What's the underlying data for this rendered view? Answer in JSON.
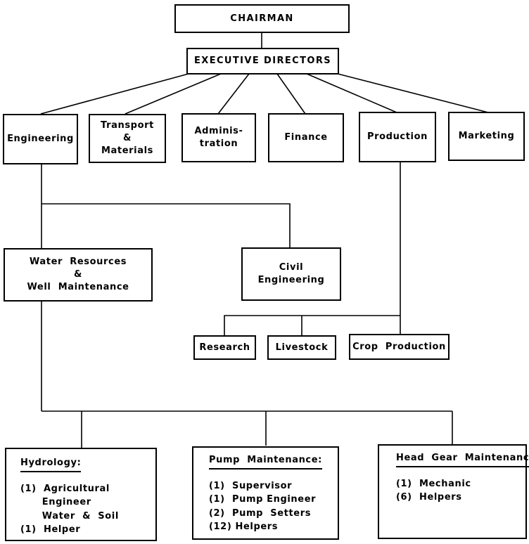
{
  "chart_title": "Organization Chart",
  "top": {
    "chairman": "CHAIRMAN",
    "executive_directors": "EXECUTIVE DIRECTORS"
  },
  "departments": [
    {
      "id": "engineering",
      "lines": [
        "Engineering"
      ]
    },
    {
      "id": "transport",
      "lines": [
        "Transport",
        "&",
        "Materials"
      ]
    },
    {
      "id": "administration",
      "lines": [
        "Adminis-",
        "tration"
      ]
    },
    {
      "id": "finance",
      "lines": [
        "Finance"
      ]
    },
    {
      "id": "production",
      "lines": [
        "Production"
      ]
    },
    {
      "id": "marketing",
      "lines": [
        "Marketing"
      ]
    }
  ],
  "engineering_units": {
    "water": [
      "Water  Resources",
      "&",
      "Well  Maintenance"
    ],
    "civil": [
      "Civil",
      "Engineering"
    ]
  },
  "production_units": {
    "research": "Research",
    "livestock": "Livestock",
    "crop": "Crop  Production"
  },
  "water_sections": [
    {
      "id": "hydrology",
      "title": "Hydrology:",
      "items": [
        "(1)  Agricultural",
        "      Engineer",
        "      Water  &  Soil",
        "(1)  Helper"
      ]
    },
    {
      "id": "pump",
      "title": "Pump  Maintenance:",
      "items": [
        "(1)  Supervisor",
        "(1)  Pump Engineer",
        "(2)  Pump  Setters",
        "(12) Helpers"
      ]
    },
    {
      "id": "headgear",
      "title": "Head  Gear  Maintenance:",
      "items": [
        "(1)  Mechanic",
        "(6)  Helpers"
      ]
    }
  ]
}
